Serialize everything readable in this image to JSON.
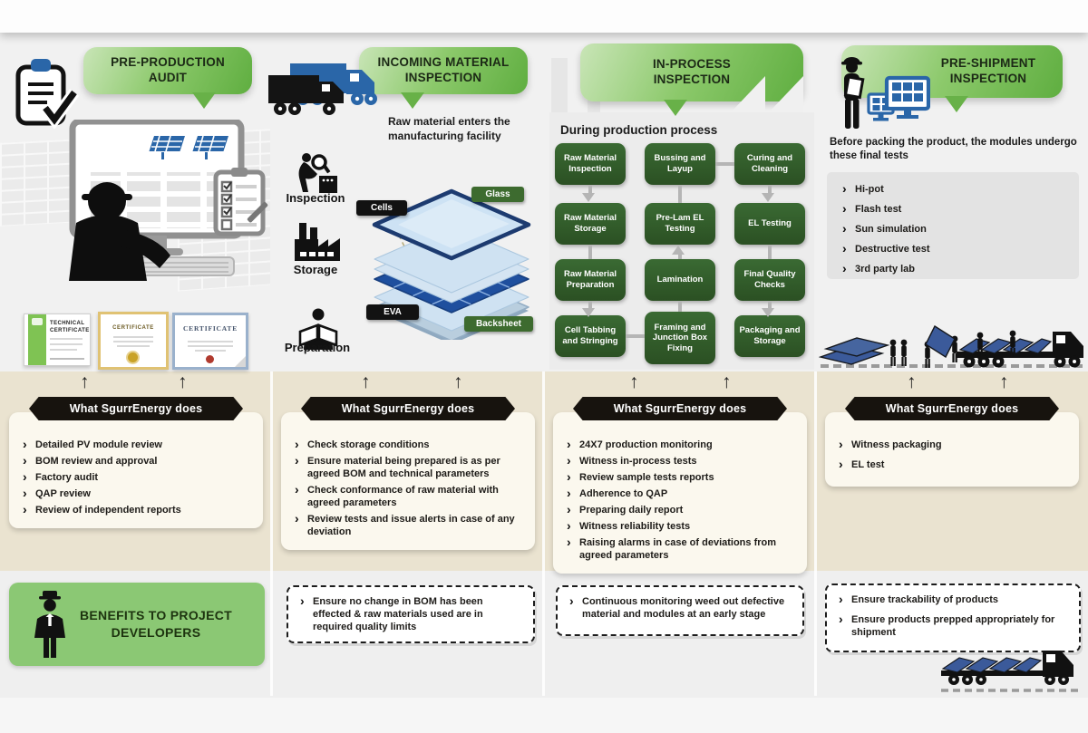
{
  "columns": [
    {
      "title": "PRE-PRODUCTION AUDIT"
    },
    {
      "title": "INCOMING MATERIAL INSPECTION",
      "note": "Raw material enters the manufacturing facility"
    },
    {
      "title": "IN-PROCESS INSPECTION",
      "note": "During production process"
    },
    {
      "title": "PRE-SHIPMENT INSPECTION",
      "note": "Before packing the product, the modules undergo these final tests"
    }
  ],
  "incoming": {
    "steps": [
      "Inspection",
      "Storage",
      "Preparation"
    ],
    "layer_labels": {
      "cells": "Cells",
      "glass": "Glass",
      "eva": "EVA",
      "backsheet": "Backsheet"
    }
  },
  "inprocess": {
    "flow_boxes": [
      "Raw Material Inspection",
      "Bussing and Layup",
      "Curing and Cleaning",
      "Raw Material Storage",
      "Pre-Lam EL Testing",
      "EL Testing",
      "Raw Material Preparation",
      "Lamination",
      "Final Quality Checks",
      "Cell Tabbing and Stringing",
      "Framing and Junction Box Fixing",
      "Packaging and Storage"
    ]
  },
  "preshipment": {
    "tests": [
      "Hi-pot",
      "Flash test",
      "Sun simulation",
      "Destructive test",
      "3rd party lab"
    ]
  },
  "ribbon_label": "What SgurrEnergy does",
  "cards": [
    {
      "items": [
        "Detailed PV module review",
        "BOM review and approval",
        "Factory audit",
        "QAP review",
        "Review of independent reports"
      ]
    },
    {
      "items": [
        "Check storage conditions",
        "Ensure material being prepared is as per agreed BOM and technical parameters",
        "Check conformance of raw material with agreed parameters",
        "Review tests and issue alerts in case of any deviation"
      ]
    },
    {
      "items": [
        "24X7 production monitoring",
        "Witness in-process tests",
        "Review sample tests reports",
        "Adherence to QAP",
        "Preparing daily report",
        "Witness reliability tests",
        "Raising alarms in case of deviations from agreed parameters"
      ]
    },
    {
      "items": [
        "Witness packaging",
        "EL test"
      ]
    }
  ],
  "benefits": {
    "title": "BENEFITS TO PROJECT DEVELOPERS",
    "boxes": [
      {
        "items": [
          "Ensure no change in BOM has been effected & raw materials used are in required quality limits"
        ]
      },
      {
        "items": [
          "Continuous monitoring weed out defective material and modules at an early stage"
        ]
      },
      {
        "items": [
          "Ensure trackability of products",
          "Ensure products prepped appropriately for shipment"
        ]
      }
    ]
  },
  "certificates": {
    "cert1": "TECHNICAL CERTIFICATE",
    "cert2": "CERTIFICATE",
    "cert3": "CERTIFICATE"
  },
  "colors": {
    "banner_green": "#6fb54d",
    "flow_box_green": "#2f5b28",
    "label_chip_green": "#3d6b2f",
    "ribbon_black": "#17130e",
    "mid_band_beige": "#eae3d0",
    "card_cream": "#fbf8ee",
    "benefit_green": "#8bc874",
    "accent_blue": "#2a66a8",
    "panel_navy": "#3b5a9a"
  }
}
